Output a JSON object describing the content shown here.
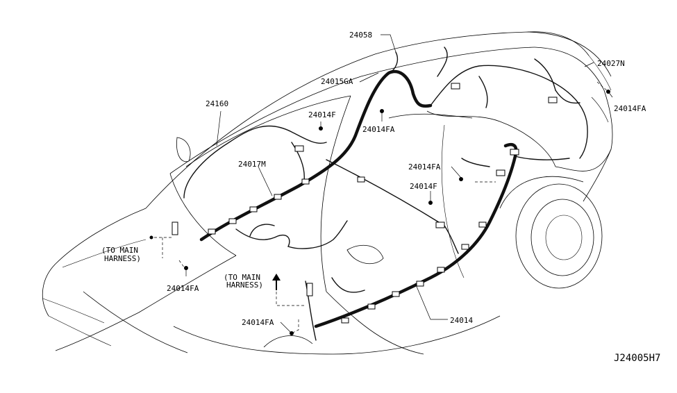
{
  "diagram_id": "J24005H7",
  "callouts": [
    {
      "id": "c-24058",
      "text": "24058"
    },
    {
      "id": "c-24027n",
      "text": "24027N"
    },
    {
      "id": "c-24015ga",
      "text": "24015GA"
    },
    {
      "id": "c-24014fa-top-right",
      "text": "24014FA"
    },
    {
      "id": "c-24160",
      "text": "24160"
    },
    {
      "id": "c-24014f-top",
      "text": "24014F"
    },
    {
      "id": "c-24014fa-center",
      "text": "24014FA"
    },
    {
      "id": "c-24017m",
      "text": "24017M"
    },
    {
      "id": "c-24014fa-mid-right",
      "text": "24014FA"
    },
    {
      "id": "c-24014f-mid",
      "text": "24014F"
    },
    {
      "id": "c-24014fa-left",
      "text": "24014FA"
    },
    {
      "id": "c-24014fa-bottom",
      "text": "24014FA"
    },
    {
      "id": "c-24014",
      "text": "24014"
    }
  ],
  "notes": [
    {
      "id": "note-left",
      "line1": "(TO MAIN",
      "line2": "HARNESS)"
    },
    {
      "id": "note-center",
      "line1": "(TO MAIN",
      "line2": "HARNESS)"
    }
  ]
}
